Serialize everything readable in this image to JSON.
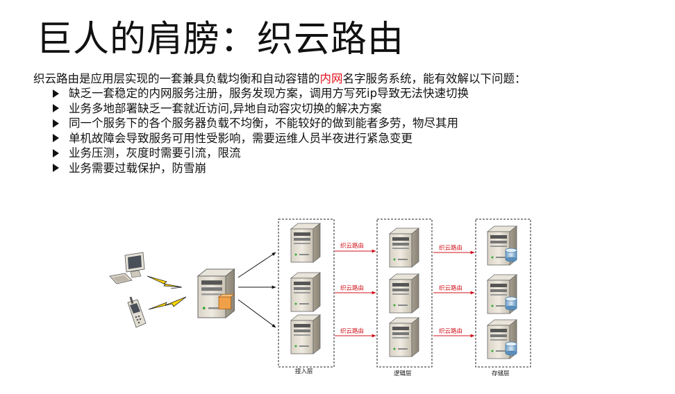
{
  "slide": {
    "title": "巨人的肩膀：织云路由",
    "intro_prefix": "织云路由是应用层实现的一套兼具负载均衡和自动容错的",
    "intro_highlight": "内网",
    "intro_suffix": "名字服务系统，能有效解以下问题：",
    "highlight_color": "#e0141e",
    "bullets": [
      "缺乏一套稳定的内网服务注册，服务发现方案，调用方写死ip导致无法快速切换",
      "业务多地部署缺乏一套就近访问,异地自动容灾切换的解决方案",
      "同一个服务下的各个服务器负载不均衡，不能较好的做到能者多劳，物尽其用",
      "单机故障会导致服务可用性受影响，需要运维人员半夜进行紧急变更",
      "业务压测，灰度时需要引流，限流",
      "业务需要过载保护，防雪崩"
    ]
  },
  "diagram": {
    "route_label": "织云路由",
    "layers": [
      "接入层",
      "逻辑层",
      "存储层"
    ],
    "icons": [
      "desktop-computer-icon",
      "mobile-phone-icon",
      "gateway-server-icon",
      "server-icon",
      "database-server-icon",
      "lightning-bolt-icon"
    ]
  }
}
